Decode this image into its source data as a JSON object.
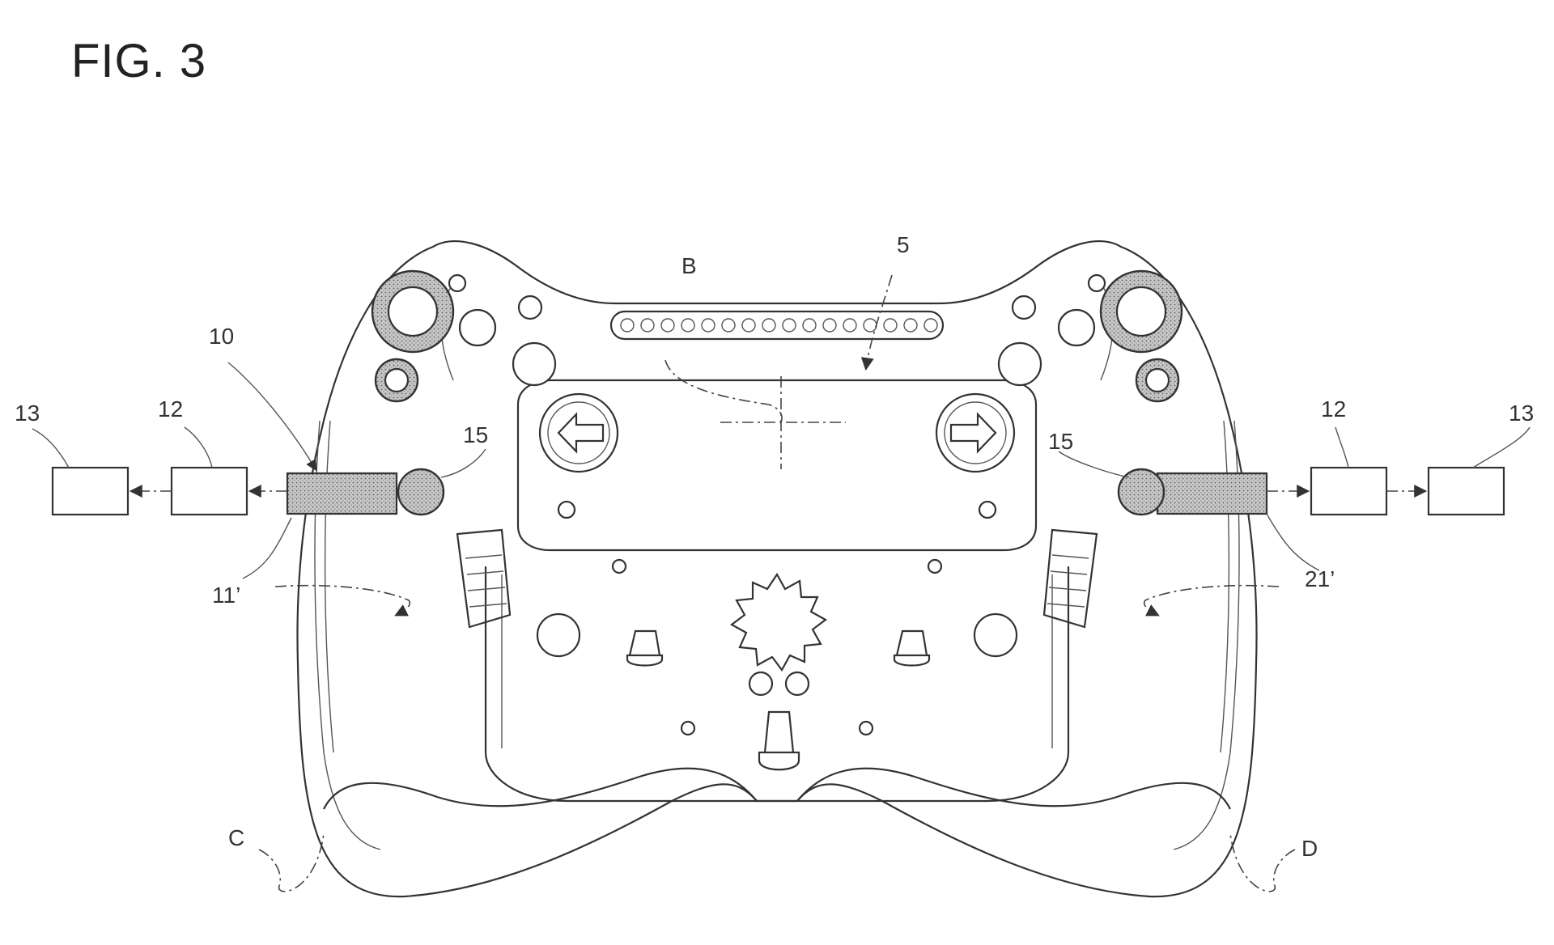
{
  "figure": {
    "title": "FIG. 3"
  },
  "labels": {
    "five": "5",
    "b": "B",
    "ten": "10",
    "thirteen_left": "13",
    "twelve_left": "12",
    "fifteen_left": "15",
    "eleven_prime": "11’",
    "fifteen_right": "15",
    "twelve_right": "12",
    "thirteen_right": "13",
    "twentyone_prime": "21’",
    "c": "C",
    "d": "D"
  }
}
